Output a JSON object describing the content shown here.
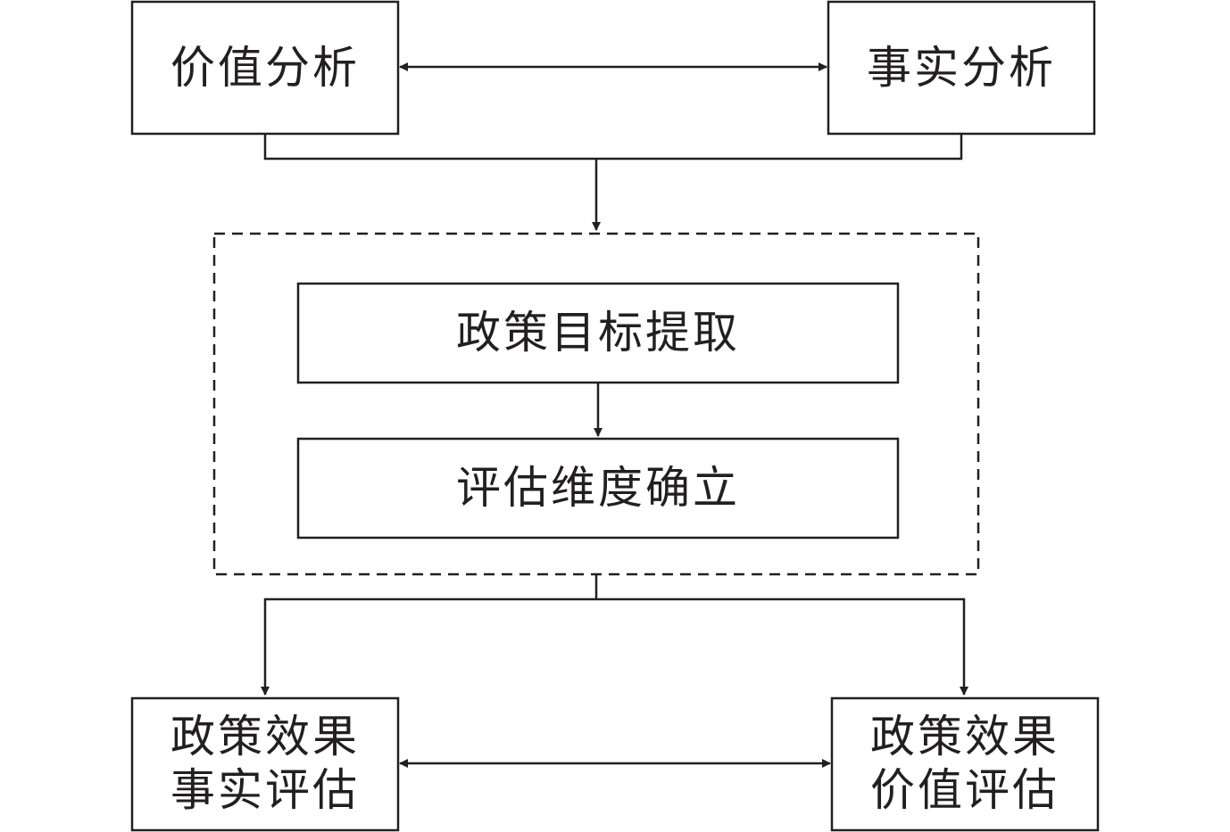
{
  "nodes": {
    "value_analysis": "价值分析",
    "fact_analysis": "事实分析",
    "goal_extraction": "政策目标提取",
    "dimension_establish": "评估维度确立",
    "fact_eval_line1": "政策效果",
    "fact_eval_line2": "事实评估",
    "value_eval_line1": "政策效果",
    "value_eval_line2": "价值评估"
  },
  "colors": {
    "stroke": "#231f20",
    "background": "#ffffff"
  }
}
